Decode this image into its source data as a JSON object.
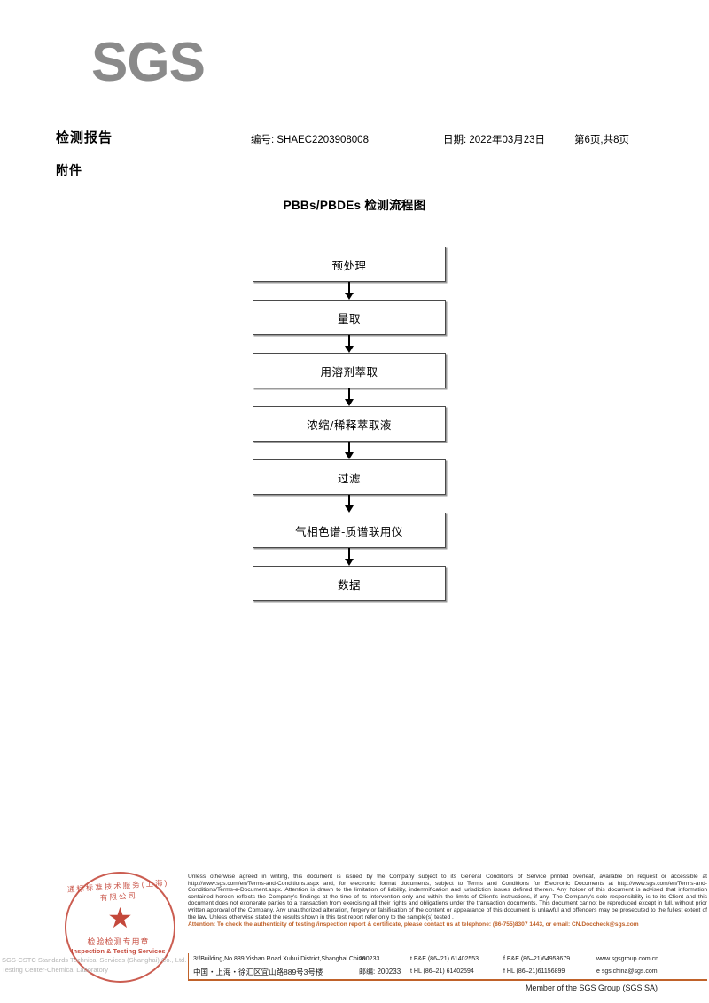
{
  "logo": {
    "text": "SGS"
  },
  "header": {
    "report_title": "检测报告",
    "attachment_label": "附件",
    "report_no_label": "编号: SHAEC2203908008",
    "date_label": "日期: 2022年03月23日",
    "page_label": "第6页,共8页"
  },
  "chart_data": {
    "type": "diagram",
    "title": "PBBs/PBDEs 检测流程图",
    "orientation": "vertical",
    "nodes": [
      {
        "id": 1,
        "label": "预处理"
      },
      {
        "id": 2,
        "label": "量取"
      },
      {
        "id": 3,
        "label": "用溶剂萃取"
      },
      {
        "id": 4,
        "label": "浓缩/稀释萃取液"
      },
      {
        "id": 5,
        "label": "过滤"
      },
      {
        "id": 6,
        "label": "气相色谱-质谱联用仪"
      },
      {
        "id": 7,
        "label": "数据"
      }
    ],
    "edges": [
      {
        "from": 1,
        "to": 2
      },
      {
        "from": 2,
        "to": 3
      },
      {
        "from": 3,
        "to": 4
      },
      {
        "from": 4,
        "to": 5
      },
      {
        "from": 5,
        "to": 6
      },
      {
        "from": 6,
        "to": 7
      }
    ]
  },
  "seal": {
    "arc_text": "通标标准技术服务(上海)有限公司",
    "star": "★",
    "cn_text": "检验检测专用章",
    "en_text": "Inspection & Testing Services",
    "company_line1": "SGS-CSTC Standards Technical Services (Shanghai) Co., Ltd.",
    "company_line2": "Testing Center-Chemical Laboratory"
  },
  "footer": {
    "legal_text": "Unless otherwise agreed in writing, this document is issued by the Company subject to its General Conditions of Service printed overleaf, available on request or accessible at http://www.sgs.com/en/Terms-and-Conditions.aspx and, for electronic format documents, subject to Terms and Conditions for Electronic Documents at http://www.sgs.com/en/Terms-and-Conditions/Terms-e-Document.aspx. Attention is drawn to the limitation of liability, indemnification and jurisdiction issues defined therein. Any holder of this document is advised that information contained hereon reflects the Company's findings at the time of its intervention only and within the limits of Client's instructions, if any. The Company's sole responsibility is to its Client and this document does not exonerate parties to a transaction from exercising all their rights and obligations under the transaction documents. This document cannot be reproduced except in full, without prior written approval of the Company. Any unauthorized alteration, forgery or falsification of the content or appearance of this document is unlawful and offenders may be prosecuted to the fullest extent of the law. Unless otherwise stated the results shown in this test report refer only to the sample(s) tested .",
    "attention_text": "Attention: To check the authenticity of testing /inspection report & certificate, please contact us at telephone: (86-755)8307 1443, or email: CN.Doccheck@sgs.com",
    "address_en": "3ʳᵈBuilding,No.889 Yishan Road Xuhui District,Shanghai China",
    "address_cn": "中国・上海・徐汇区宜山路889号3号楼",
    "zip_en": "200233",
    "zip_cn_label": "邮编: 200233",
    "tel_ee": "t E&E (86–21) 61402553",
    "fax_ee": "f E&E (86–21)64953679",
    "tel_hl": "t HL (86–21) 61402594",
    "fax_hl": "f HL (86–21)61156899",
    "website": "www.sgsgroup.com.cn",
    "email": "e  sgs.china@sgs.com",
    "member_line": "Member of the SGS Group (SGS SA)"
  },
  "colors": {
    "logo_gray": "#8a8a8a",
    "rule_tan": "#c8a47e",
    "attention_orange": "#c0622a",
    "seal_red": "#c0392b"
  }
}
